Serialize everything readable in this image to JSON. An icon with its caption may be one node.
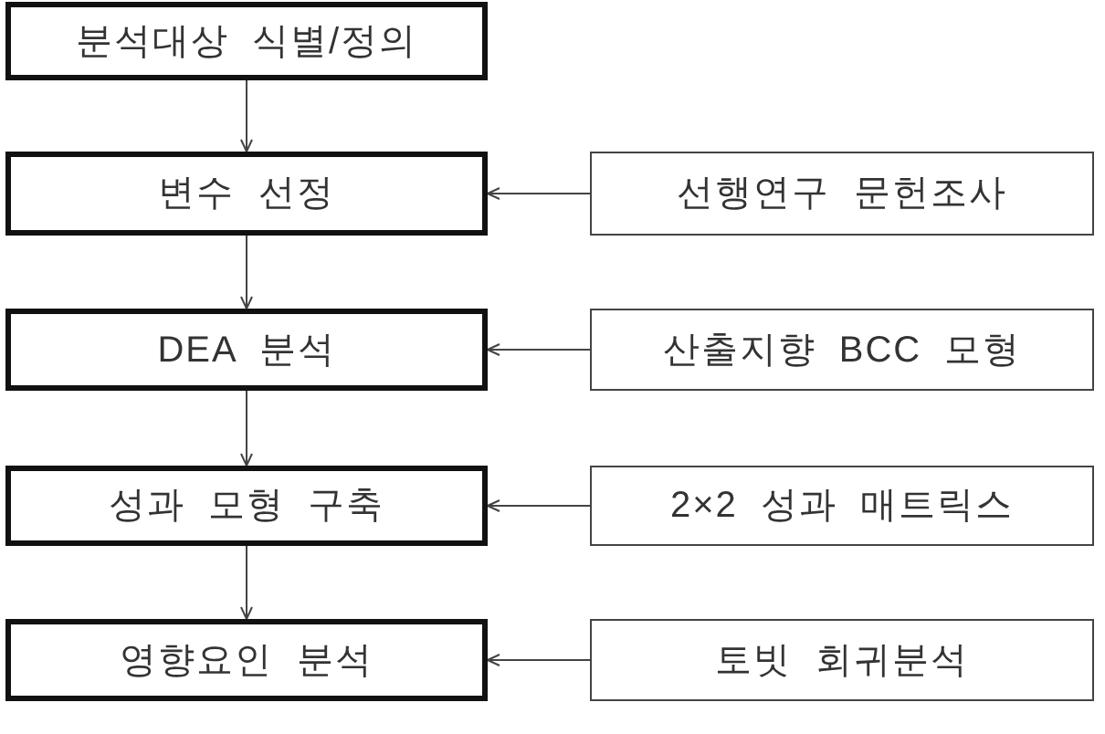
{
  "diagram": {
    "nodes": [
      {
        "text": [
          "분석대상 식별/정의"
        ]
      },
      {
        "text": [
          "변수 선정"
        ]
      },
      {
        "text": [
          "선행연구 문헌조사"
        ]
      },
      {
        "text": [
          "DEA 분석"
        ]
      },
      {
        "text": [
          "산출지향 BCC 모형"
        ]
      },
      {
        "text": [
          "성과 모형 구축"
        ]
      },
      {
        "text": [
          "2×2 성과 매트릭스"
        ]
      },
      {
        "text": [
          "영향요인 분석"
        ]
      },
      {
        "text": [
          "토빗 회귀분석"
        ]
      }
    ],
    "edges": [
      {
        "from": 0,
        "to": 1,
        "arrow": "to"
      },
      {
        "from": 2,
        "to": 1,
        "arrow": "to"
      },
      {
        "from": 1,
        "to": 3,
        "arrow": "to"
      },
      {
        "from": 4,
        "to": 3,
        "arrow": "to"
      },
      {
        "from": 3,
        "to": 5,
        "arrow": "to"
      },
      {
        "from": 6,
        "to": 5,
        "arrow": "to"
      },
      {
        "from": 5,
        "to": 7,
        "arrow": "to"
      },
      {
        "from": 8,
        "to": 7,
        "arrow": "to"
      }
    ]
  }
}
